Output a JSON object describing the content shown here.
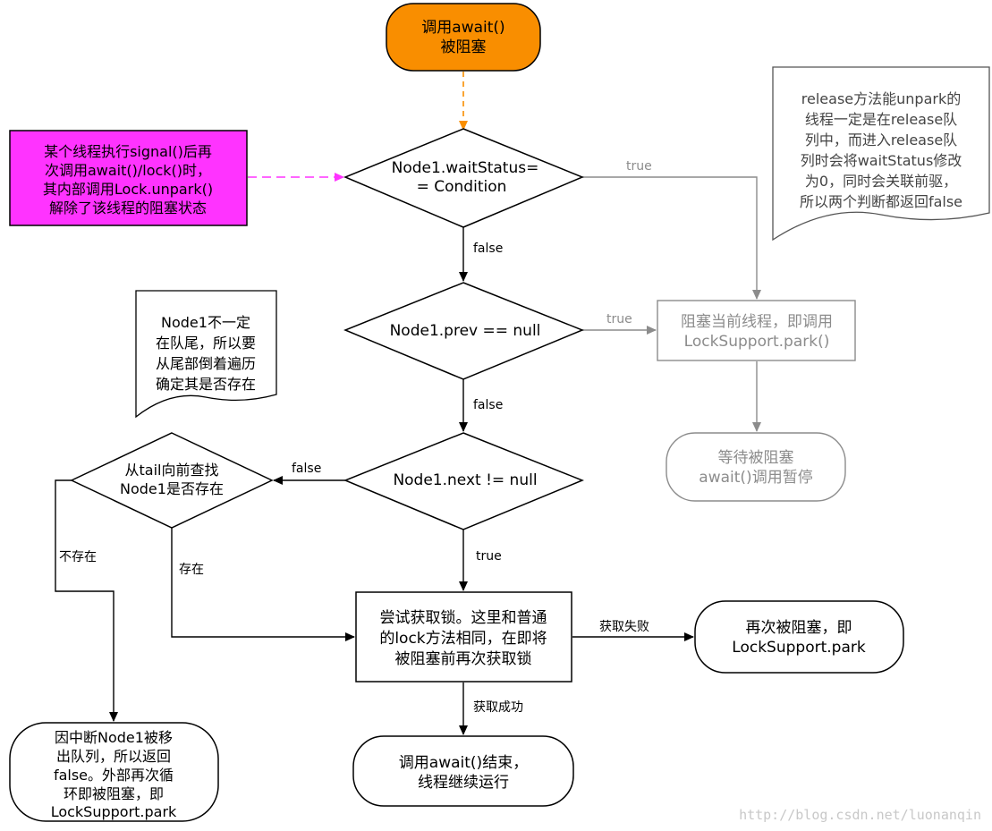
{
  "colors": {
    "start_fill": "#f98e00",
    "note_fill": "#ff33ff",
    "gray": "#8c8c8c",
    "dashed_orange": "#f98e00",
    "dashed_pink": "#ff33ff"
  },
  "nodes": {
    "start": [
      "调用await()",
      "被阻塞"
    ],
    "signal_note": [
      "某个线程执行signal()后再",
      "次调用await()/lock()时，",
      "其内部调用Lock.unpark()",
      "解除了该线程的阻塞状态"
    ],
    "release_note": [
      "release方法能unpark的",
      "线程一定是在release队",
      "列中，而进入release队",
      "列时会将waitStatus修改",
      "为0，同时会关联前驱，",
      "所以两个判断都返回false"
    ],
    "tail_note": [
      "Node1不一定",
      "在队尾，所以要",
      "从尾部倒着遍历",
      "确定其是否存在"
    ],
    "decision_waitstatus": [
      "Node1.waitStatus=",
      "= Condition"
    ],
    "decision_prev": [
      "Node1.prev == null"
    ],
    "decision_next": [
      "Node1.next != null"
    ],
    "decision_tail": [
      "从tail向前查找",
      "Node1是否存在"
    ],
    "block_park": [
      "阻塞当前线程，即调用",
      "LockSupport.park()"
    ],
    "wait_blocked": [
      "等待被阻塞",
      "await()调用暂停"
    ],
    "try_lock": [
      "尝试获取锁。这里和普通",
      "的lock方法相同，在即将",
      "被阻塞前再次获取锁"
    ],
    "reblock": [
      "再次被阻塞，即",
      "LockSupport.park"
    ],
    "await_end": [
      "调用await()结束，",
      "线程继续运行"
    ],
    "interrupt_end": [
      "因中断Node1被移",
      "出队列，所以返回",
      "false。外部再次循",
      "环即被阻塞，即",
      "LockSupport.park"
    ]
  },
  "edge_labels": {
    "waitstatus_true": "true",
    "waitstatus_false": "false",
    "prev_true": "true",
    "prev_false": "false",
    "next_false": "false",
    "next_true": "true",
    "tail_absent": "不存在",
    "tail_present": "存在",
    "lock_fail": "获取失败",
    "lock_success": "获取成功"
  },
  "watermark": "http://blog.csdn.net/luonanqin"
}
